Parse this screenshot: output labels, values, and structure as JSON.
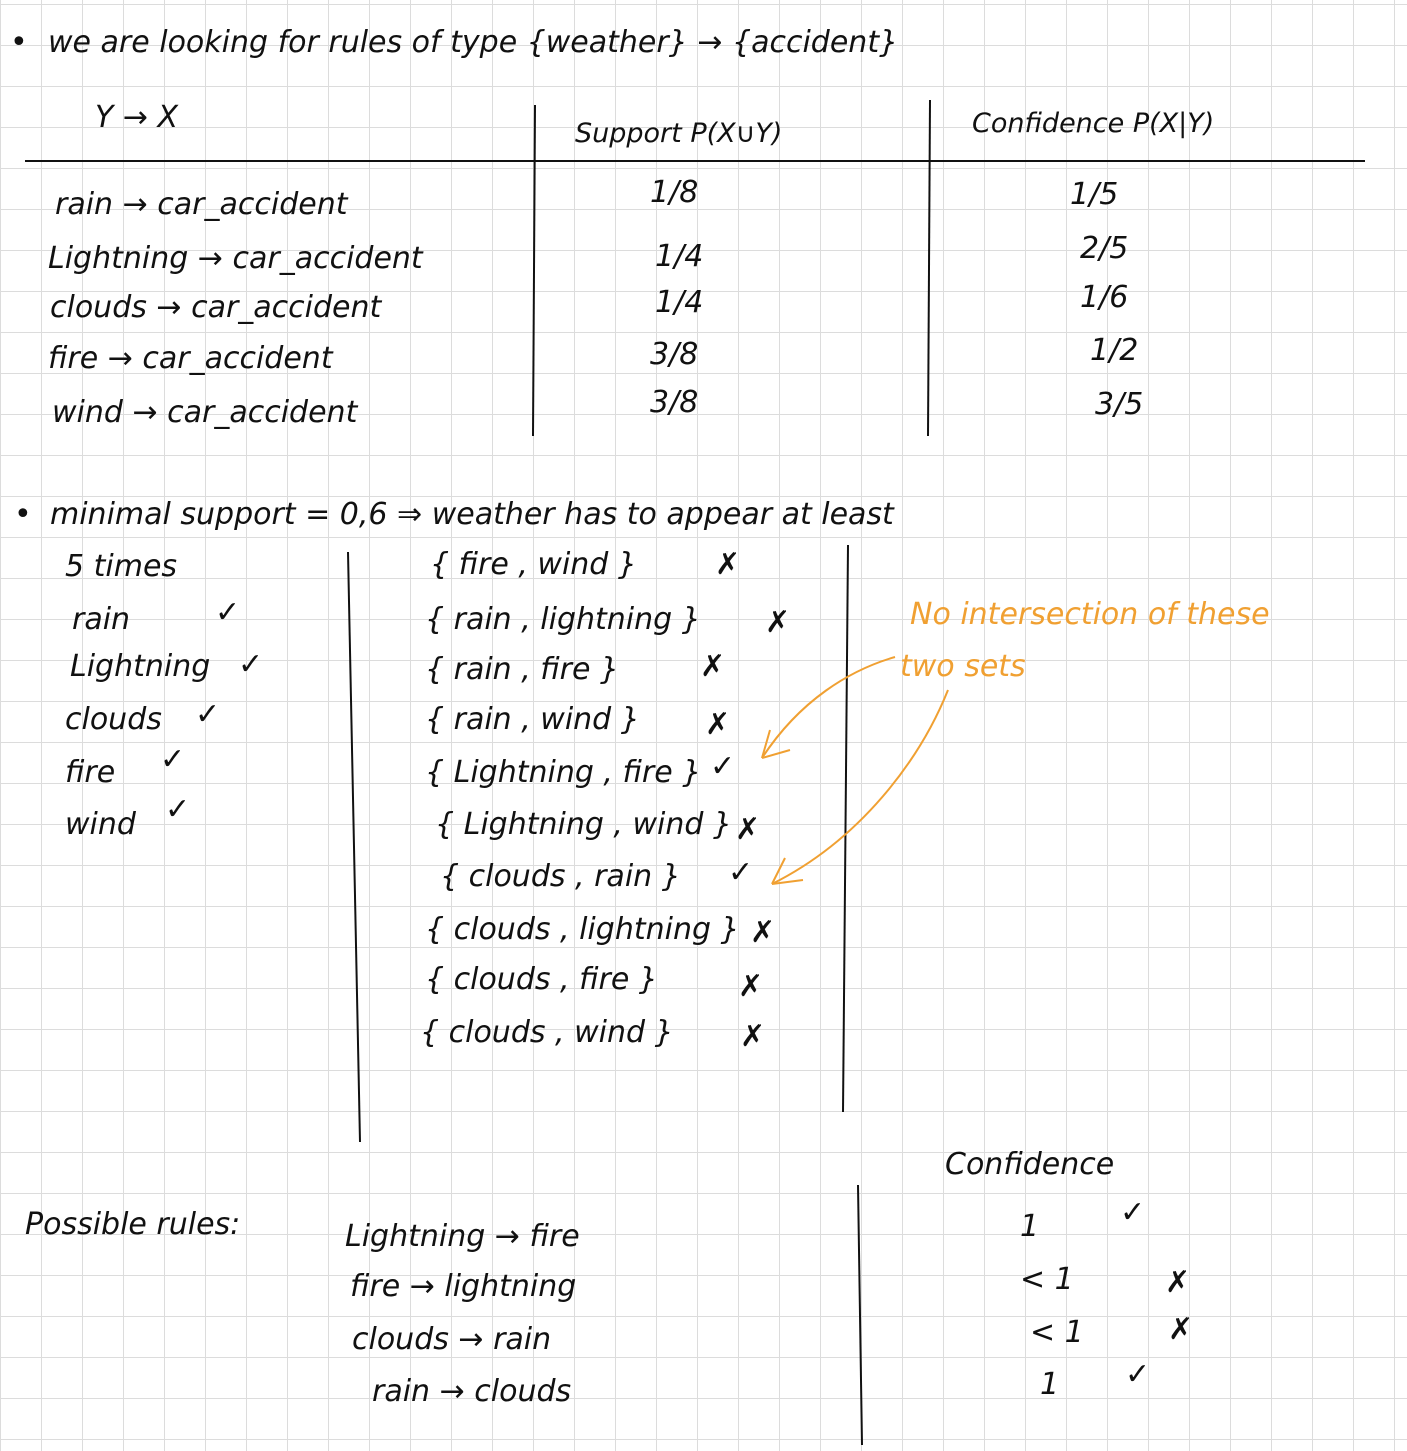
{
  "intro": {
    "bullet": "•",
    "text": "we are looking for rules of type {weather} → {accident}"
  },
  "rules_table": {
    "header_rule": "Y → X",
    "header_support": "Support P(X∪Y)",
    "header_confidence": "Confidence P(X|Y)",
    "rows": [
      {
        "rule": "rain → car_accident",
        "support": "1/8",
        "confidence": "1/5"
      },
      {
        "rule": "Lightning → car_accident",
        "support": "1/4",
        "confidence": "2/5"
      },
      {
        "rule": "clouds → car_accident",
        "support": "1/4",
        "confidence": "1/6"
      },
      {
        "rule": "fire → car_accident",
        "support": "3/8",
        "confidence": "1/2"
      },
      {
        "rule": "wind → car_accident",
        "support": "3/8",
        "confidence": "3/5"
      }
    ]
  },
  "min_support": {
    "bullet": "•",
    "text": "minimal support = 0,6 ⇒ weather has to appear at least",
    "text2": "5 times",
    "items": [
      {
        "label": "rain",
        "mark": "✓"
      },
      {
        "label": "Lightning",
        "mark": "✓"
      },
      {
        "label": "clouds",
        "mark": "✓"
      },
      {
        "label": "fire",
        "mark": "✓"
      },
      {
        "label": "wind",
        "mark": "✓"
      }
    ]
  },
  "pairs": [
    {
      "label": "{ fire , wind }",
      "mark": "✗"
    },
    {
      "label": "{ rain , lightning }",
      "mark": "✗"
    },
    {
      "label": "{ rain , fire }",
      "mark": "✗"
    },
    {
      "label": "{ rain , wind }",
      "mark": "✗"
    },
    {
      "label": "{ Lightning , fire }",
      "mark": "✓"
    },
    {
      "label": "{ Lightning , wind }",
      "mark": "✗"
    },
    {
      "label": "{ clouds , rain }",
      "mark": "✓"
    },
    {
      "label": "{ clouds , lightning }",
      "mark": "✗"
    },
    {
      "label": "{ clouds , fire }",
      "mark": "✗"
    },
    {
      "label": "{ clouds , wind }",
      "mark": "✗"
    }
  ],
  "note": {
    "line1": "No intersection of these",
    "line2": "two sets",
    "color": "#f0a032"
  },
  "possible_rules": {
    "label": "Possible rules:",
    "confidence_header": "Confidence",
    "rules": [
      {
        "rule": "Lightning → fire",
        "confidence": "1",
        "mark": "✓"
      },
      {
        "rule": "fire → lightning",
        "confidence": "< 1",
        "mark": "✗"
      },
      {
        "rule": "clouds → rain",
        "confidence": "< 1",
        "mark": "✗"
      },
      {
        "rule": "rain → clouds",
        "confidence": "1",
        "mark": "✓"
      }
    ]
  }
}
